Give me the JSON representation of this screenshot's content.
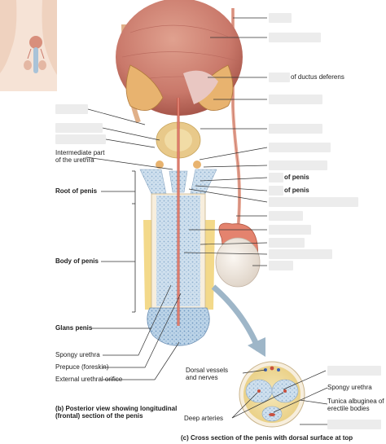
{
  "left_labels": {
    "intermediate_part": "Intermediate part\nof the urethra",
    "root_of_penis": "Root of penis",
    "body_of_penis": "Body of penis",
    "glans_penis": "Glans penis",
    "spongy_urethra": "Spongy urethra",
    "prepuce": "Prepuce (foreskin)",
    "external_orifice": "External urethral orifice"
  },
  "right_labels": {
    "ductus_deferens_suffix": "of ductus deferens",
    "of_penis_1": "of penis",
    "of_penis_2": "of penis"
  },
  "cross_section_labels": {
    "dorsal_vessels": "Dorsal vessels\nand nerves",
    "spongy_urethra": "Spongy urethra",
    "erectile_bodies": "Tunica albuginea of\nerectile bodies",
    "deep_arteries": "Deep arteries"
  },
  "captions": {
    "b": "(b) Posterior view showing longitudinal\n(frontal) section of the penis",
    "c": "(c) Cross section of the penis with dorsal surface at top"
  },
  "colors": {
    "bladder": "#c9786a",
    "erectile_blue": "#cfe0ee",
    "glans_blue": "#bcd4e8",
    "fat_yellow": "#f3d98a",
    "testis": "#efe6dd",
    "epididymis": "#e4836e",
    "urethra": "#c8503f",
    "label_blank": "#ececec",
    "arrow_blue": "#9eb6c8"
  }
}
